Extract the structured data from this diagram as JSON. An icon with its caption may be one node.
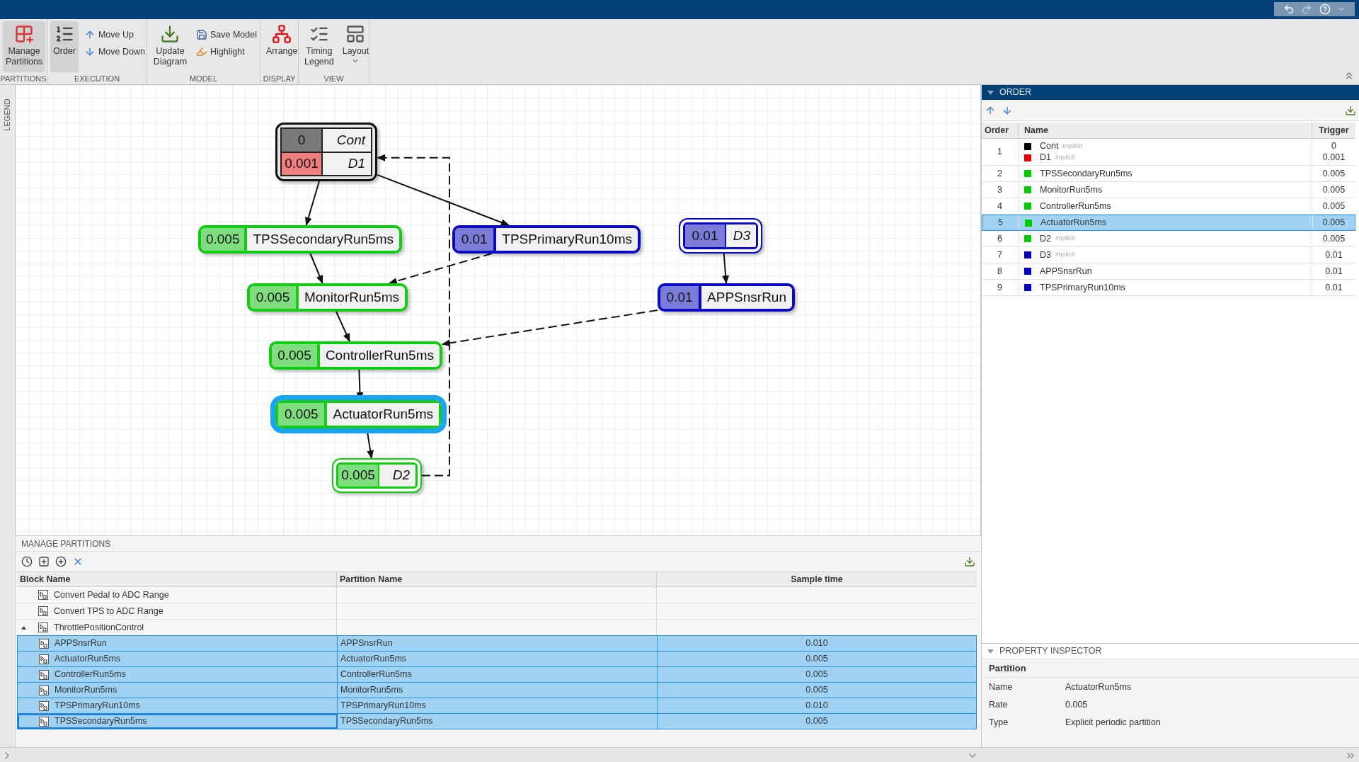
{
  "diagram": {
    "nodes": [
      {
        "text": [],
        "shape": "box"
      },
      {
        "text": [
          "0",
          "Cont"
        ],
        "in": 0
      },
      {
        "text": [
          "0.001",
          "D1"
        ],
        "in": 0
      },
      {
        "text": [
          "0.005",
          "TPSSecondaryRun5ms"
        ]
      },
      {
        "text": [
          "0.01",
          "TPSPrimaryRun10ms"
        ]
      },
      {
        "text": [],
        "shape": "box"
      },
      {
        "text": [
          "0.01",
          "D3"
        ],
        "in": 5
      },
      {
        "text": [
          "0.005",
          "MonitorRun5ms"
        ]
      },
      {
        "text": [
          "0.01",
          "APPSnsrRun"
        ]
      },
      {
        "text": [
          "0.005",
          "ControllerRun5ms"
        ]
      },
      {
        "text": [
          "0.005",
          "ActuatorRun5ms"
        ]
      },
      {
        "text": [],
        "shape": "box"
      },
      {
        "text": [
          "0.005",
          "D2"
        ],
        "in": 11
      }
    ],
    "edges": [
      {
        "from": 0,
        "to": 3,
        "arrow": "to"
      },
      {
        "from": 0,
        "to": 4,
        "arrow": "to"
      },
      {
        "from": 11,
        "to": 0,
        "arrow": "to",
        "style": "dashed"
      },
      {
        "from": 3,
        "to": 7,
        "arrow": "to"
      },
      {
        "from": 4,
        "to": 7,
        "arrow": "to",
        "style": "dashed"
      },
      {
        "from": 5,
        "to": 8,
        "arrow": "to"
      },
      {
        "from": 8,
        "to": 9,
        "arrow": "to",
        "style": "dashed"
      },
      {
        "from": 7,
        "to": 9,
        "arrow": "to"
      },
      {
        "from": 9,
        "to": 10,
        "arrow": "to"
      },
      {
        "from": 10,
        "to": 11,
        "arrow": "to"
      }
    ],
    "labels": [
      "Manage Partitions",
      "Order",
      "Move Up",
      "Move Down",
      "Update Diagram",
      "Save Model",
      "Highlight",
      "Arrange",
      "Timing Legend",
      "Layout",
      "PARTITIONS",
      "EXECUTION",
      "MODEL",
      "DISPLAY",
      "VIEW",
      "LEGEND",
      "ORDER",
      "Order",
      "Name",
      "Trigger",
      "1",
      "Cont",
      "implicit",
      "D1",
      "implicit",
      "0",
      "0.001",
      "2",
      "TPSSecondaryRun5ms",
      "0.005",
      "3",
      "MonitorRun5ms",
      "0.005",
      "4",
      "ControllerRun5ms",
      "0.005",
      "5",
      "ActuatorRun5ms",
      "0.005",
      "6",
      "D2",
      "implicit",
      "0.005",
      "7",
      "D3",
      "implicit",
      "0.01",
      "8",
      "APPSnsrRun",
      "0.01",
      "9",
      "TPSPrimaryRun10ms",
      "0.01",
      "MANAGE PARTITIONS",
      "Block Name",
      "Partition Name",
      "Sample time",
      "Convert Pedal to ADC Range",
      "Convert TPS to ADC Range",
      "ThrottlePositionControl",
      "APPSnsrRun",
      "APPSnsrRun",
      "0.010",
      "ActuatorRun5ms",
      "ActuatorRun5ms",
      "0.005",
      "ControllerRun5ms",
      "ControllerRun5ms",
      "0.005",
      "MonitorRun5ms",
      "MonitorRun5ms",
      "0.005",
      "TPSPrimaryRun10ms",
      "TPSPrimaryRun10ms",
      "0.010",
      "TPSSecondaryRun5ms",
      "TPSSecondaryRun5ms",
      "0.005",
      "PROPERTY INSPECTOR",
      "Partition",
      "Name",
      "ActuatorRun5ms",
      "Rate",
      "0.005",
      "Type",
      "Explicit periodic partition"
    ]
  }
}
